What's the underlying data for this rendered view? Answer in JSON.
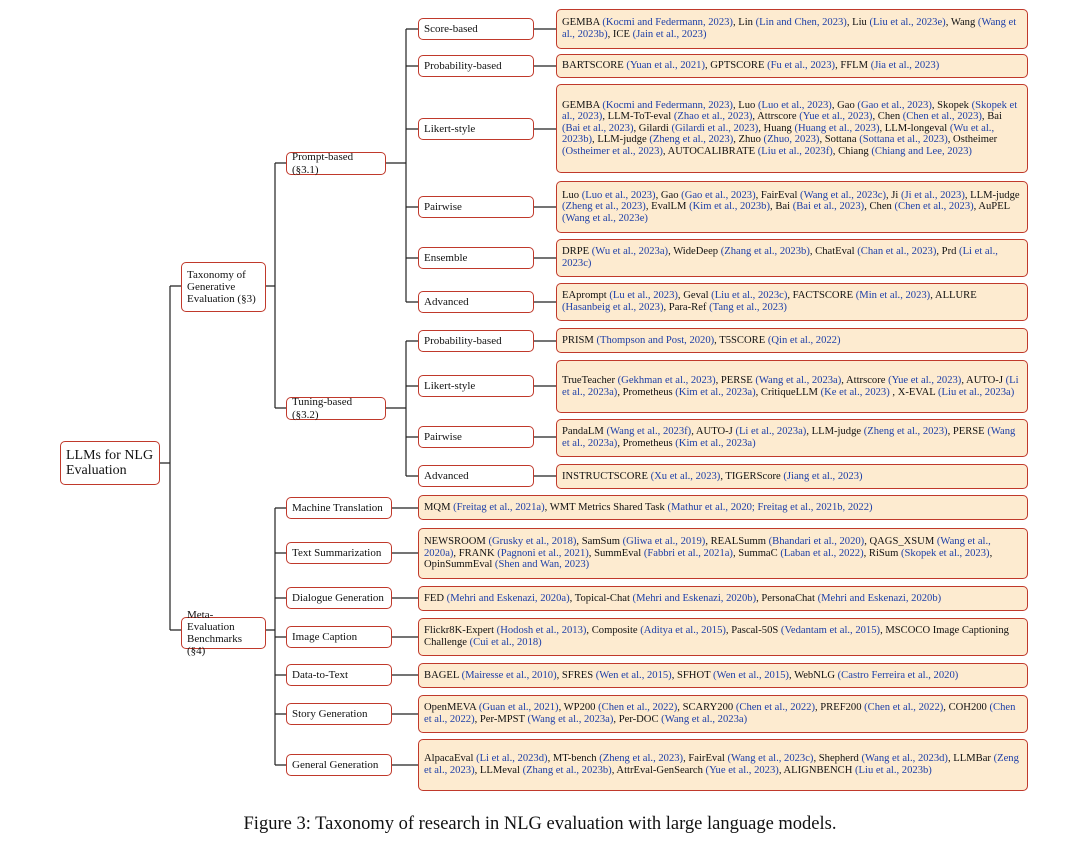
{
  "root": {
    "label": "LLMs for NLG Evaluation"
  },
  "caption": "Figure 3: Taxonomy of research in NLG evaluation with large language models.",
  "categories": {
    "generative": {
      "label": "Taxonomy of Generative Evaluation (§3)",
      "prompt": {
        "label": "Prompt-based (§3.1)",
        "score": {
          "label": "Score-based",
          "refs": [
            {
              "t": "GEMBA ",
              "c": "(Kocmi and Federmann, 2023)"
            },
            {
              "t": ", Lin ",
              "c": "(Lin and Chen, 2023)"
            },
            {
              "t": ", Liu ",
              "c": "(Liu et al., 2023e)"
            },
            {
              "t": ", Wang ",
              "c": "(Wang et al., 2023b)"
            },
            {
              "t": ", ICE ",
              "c": "(Jain et al., 2023)"
            }
          ]
        },
        "prob": {
          "label": "Probability-based",
          "refs": [
            {
              "t": "BARTSCORE ",
              "c": "(Yuan et al., 2021)"
            },
            {
              "t": ", GPTSCORE ",
              "c": "(Fu et al., 2023)"
            },
            {
              "t": ", FFLM ",
              "c": "(Jia et al., 2023)"
            }
          ]
        },
        "likert": {
          "label": "Likert-style",
          "refs": [
            {
              "t": "GEMBA ",
              "c": "(Kocmi and Federmann, 2023)"
            },
            {
              "t": ", Luo ",
              "c": "(Luo et al., 2023)"
            },
            {
              "t": ", Gao ",
              "c": "(Gao et al., 2023)"
            },
            {
              "t": ", Skopek ",
              "c": "(Skopek et al., 2023)"
            },
            {
              "t": ", LLM-ToT-eval ",
              "c": "(Zhao et al., 2023)"
            },
            {
              "t": ", Attrscore ",
              "c": "(Yue et al., 2023)"
            },
            {
              "t": ", Chen ",
              "c": "(Chen et al., 2023)"
            },
            {
              "t": ", Bai ",
              "c": "(Bai et al., 2023)"
            },
            {
              "t": ", Gilardi ",
              "c": "(Gilardi et al., 2023)"
            },
            {
              "t": ", Huang ",
              "c": "(Huang et al., 2023)"
            },
            {
              "t": ", LLM-longeval ",
              "c": "(Wu et al., 2023b)"
            },
            {
              "t": ", LLM-judge ",
              "c": "(Zheng et al., 2023)"
            },
            {
              "t": ", Zhuo ",
              "c": "(Zhuo, 2023)"
            },
            {
              "t": ", Sottana ",
              "c": "(Sottana et al., 2023)"
            },
            {
              "t": ", Ostheimer ",
              "c": "(Ostheimer et al., 2023)"
            },
            {
              "t": ", AUTOCALIBRATE ",
              "c": "(Liu et al., 2023f)"
            },
            {
              "t": ", Chiang ",
              "c": "(Chiang and Lee, 2023)"
            }
          ]
        },
        "pairwise": {
          "label": "Pairwise",
          "refs": [
            {
              "t": "Luo ",
              "c": "(Luo et al., 2023)"
            },
            {
              "t": ", Gao ",
              "c": "(Gao et al., 2023)"
            },
            {
              "t": ", FairEval ",
              "c": "(Wang et al., 2023c)"
            },
            {
              "t": ", Ji ",
              "c": "(Ji et al., 2023)"
            },
            {
              "t": ", LLM-judge ",
              "c": "(Zheng et al., 2023)"
            },
            {
              "t": ", EvalLM ",
              "c": "(Kim et al., 2023b)"
            },
            {
              "t": ", Bai ",
              "c": "(Bai et al., 2023)"
            },
            {
              "t": ", Chen ",
              "c": "(Chen et al., 2023)"
            },
            {
              "t": ", AuPEL ",
              "c": "(Wang et al., 2023e)"
            }
          ]
        },
        "ensemble": {
          "label": "Ensemble",
          "refs": [
            {
              "t": "DRPE ",
              "c": "(Wu et al., 2023a)"
            },
            {
              "t": ", WideDeep ",
              "c": "(Zhang et al., 2023b)"
            },
            {
              "t": ", ChatEval ",
              "c": "(Chan et al., 2023)"
            },
            {
              "t": ", Prd ",
              "c": "(Li et al., 2023c)"
            }
          ]
        },
        "advanced": {
          "label": "Advanced",
          "refs": [
            {
              "t": "EAprompt ",
              "c": "(Lu et al., 2023)"
            },
            {
              "t": ", Geval ",
              "c": "(Liu et al., 2023c)"
            },
            {
              "t": ", FACTSCORE ",
              "c": "(Min et al., 2023)"
            },
            {
              "t": ", ALLURE ",
              "c": "(Hasanbeig et al., 2023)"
            },
            {
              "t": ", Para-Ref ",
              "c": "(Tang et al., 2023)"
            }
          ]
        }
      },
      "tuning": {
        "label": "Tuning-based (§3.2)",
        "prob": {
          "label": "Probability-based",
          "refs": [
            {
              "t": "PRISM ",
              "c": "(Thompson and Post, 2020)"
            },
            {
              "t": ", T5SCORE ",
              "c": "(Qin et al., 2022)"
            }
          ]
        },
        "likert": {
          "label": "Likert-style",
          "refs": [
            {
              "t": "TrueTeacher ",
              "c": "(Gekhman et al., 2023)"
            },
            {
              "t": ", PERSE ",
              "c": "(Wang et al., 2023a)"
            },
            {
              "t": ", Attrscore ",
              "c": "(Yue et al., 2023)"
            },
            {
              "t": ", AUTO-J ",
              "c": "(Li et al., 2023a)"
            },
            {
              "t": ", Prometheus ",
              "c": "(Kim et al., 2023a)"
            },
            {
              "t": ", CritiqueLLM ",
              "c": "(Ke et al., 2023)"
            },
            {
              "t": " , X-EVAL ",
              "c": "(Liu et al., 2023a)"
            }
          ]
        },
        "pairwise": {
          "label": "Pairwise",
          "refs": [
            {
              "t": "PandaLM ",
              "c": "(Wang et al., 2023f)"
            },
            {
              "t": ", AUTO-J ",
              "c": "(Li et al., 2023a)"
            },
            {
              "t": ", LLM-judge ",
              "c": "(Zheng et al., 2023)"
            },
            {
              "t": ", PERSE ",
              "c": "(Wang et al., 2023a)"
            },
            {
              "t": ", Prometheus ",
              "c": "(Kim et al., 2023a)"
            }
          ]
        },
        "advanced": {
          "label": "Advanced",
          "refs": [
            {
              "t": "INSTRUCTSCORE ",
              "c": "(Xu et al., 2023)"
            },
            {
              "t": ", TIGERScore ",
              "c": "(Jiang et al., 2023)"
            }
          ]
        }
      }
    },
    "meta": {
      "label": "Meta-Evaluation Benchmarks (§4)",
      "mt": {
        "label": "Machine Translation",
        "refs": [
          {
            "t": "MQM ",
            "c": "(Freitag et al., 2021a)"
          },
          {
            "t": ", WMT Metrics Shared Task ",
            "c": "(Mathur et al., 2020; Freitag et al., 2021b, 2022)"
          }
        ]
      },
      "ts": {
        "label": "Text Summarization",
        "refs": [
          {
            "t": "NEWSROOM ",
            "c": "(Grusky et al., 2018)"
          },
          {
            "t": ", SamSum ",
            "c": "(Gliwa et al., 2019)"
          },
          {
            "t": ", REALSumm ",
            "c": "(Bhandari et al., 2020)"
          },
          {
            "t": ", QAGS_XSUM ",
            "c": "(Wang et al., 2020a)"
          },
          {
            "t": ", FRANK ",
            "c": "(Pagnoni et al., 2021)"
          },
          {
            "t": ", SummEval ",
            "c": "(Fabbri et al., 2021a)"
          },
          {
            "t": ", SummaC ",
            "c": "(Laban et al., 2022)"
          },
          {
            "t": ", RiSum ",
            "c": "(Skopek et al., 2023)"
          },
          {
            "t": ", OpinSummEval ",
            "c": "(Shen and Wan, 2023)"
          }
        ]
      },
      "dg": {
        "label": "Dialogue Generation",
        "refs": [
          {
            "t": "FED ",
            "c": "(Mehri and Eskenazi, 2020a)"
          },
          {
            "t": ", Topical-Chat ",
            "c": "(Mehri and Eskenazi, 2020b)"
          },
          {
            "t": ", PersonaChat ",
            "c": "(Mehri and Eskenazi, 2020b)"
          }
        ]
      },
      "ic": {
        "label": "Image Caption",
        "refs": [
          {
            "t": "Flickr8K-Expert ",
            "c": "(Hodosh et al., 2013)"
          },
          {
            "t": ", Composite ",
            "c": "(Aditya et al., 2015)"
          },
          {
            "t": ", Pascal-50S ",
            "c": "(Vedantam et al., 2015)"
          },
          {
            "t": ", MSCOCO Image Captioning Challenge ",
            "c": "(Cui et al., 2018)"
          }
        ]
      },
      "dt": {
        "label": "Data-to-Text",
        "refs": [
          {
            "t": "BAGEL ",
            "c": "(Mairesse et al., 2010)"
          },
          {
            "t": ", SFRES ",
            "c": "(Wen et al., 2015)"
          },
          {
            "t": ", SFHOT ",
            "c": "(Wen et al., 2015)"
          },
          {
            "t": ", WebNLG ",
            "c": "(Castro Ferreira et al., 2020)"
          }
        ]
      },
      "sg": {
        "label": "Story Generation",
        "refs": [
          {
            "t": "OpenMEVA ",
            "c": "(Guan et al., 2021)"
          },
          {
            "t": ", WP200 ",
            "c": "(Chen et al., 2022)"
          },
          {
            "t": ", SCARY200 ",
            "c": "(Chen et al., 2022)"
          },
          {
            "t": ", PREF200 ",
            "c": "(Chen et al., 2022)"
          },
          {
            "t": ", COH200 ",
            "c": "(Chen et al., 2022)"
          },
          {
            "t": ", Per-MPST ",
            "c": "(Wang et al., 2023a)"
          },
          {
            "t": ", Per-DOC ",
            "c": "(Wang et al., 2023a)"
          }
        ]
      },
      "gg": {
        "label": "General Generation",
        "refs": [
          {
            "t": "AlpacaEval ",
            "c": "(Li et al., 2023d)"
          },
          {
            "t": ", MT-bench ",
            "c": "(Zheng et al., 2023)"
          },
          {
            "t": ", FairEval ",
            "c": "(Wang et al., 2023c)"
          },
          {
            "t": ", Shepherd ",
            "c": "(Wang et al., 2023d)"
          },
          {
            "t": ", LLMBar ",
            "c": "(Zeng et al., 2023)"
          },
          {
            "t": ", LLMeval ",
            "c": "(Zhang et al., 2023b)"
          },
          {
            "t": ", AttrEval-GenSearch ",
            "c": "(Yue et al., 2023)"
          },
          {
            "t": ", ALIGNBENCH ",
            "c": "(Liu et al., 2023b)"
          }
        ]
      }
    }
  }
}
